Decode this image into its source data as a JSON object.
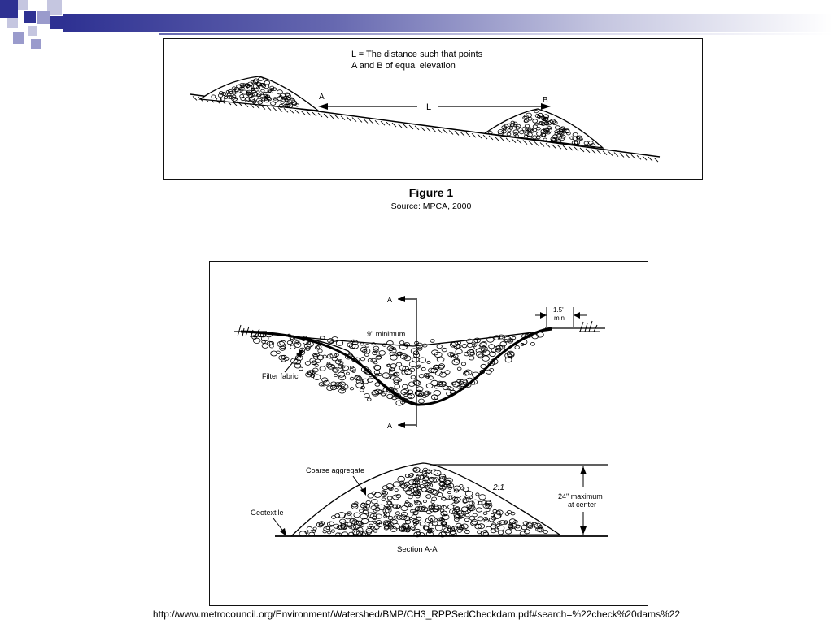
{
  "slide": {
    "url": "http://www.metrocouncil.org/Environment/Watershed/BMP/CH3_RPPSedCheckdam.pdf#search=%22check%20dams%22"
  },
  "figure1": {
    "legend_line1": "L = The distance such that points",
    "legend_line2": "A and B of equal elevation",
    "point_a": "A",
    "point_b": "B",
    "distance_label": "L",
    "caption_title": "Figure 1",
    "caption_source": "Source:  MPCA, 2000"
  },
  "figure2": {
    "section_marker": "A",
    "width_label_line1": "1.5'",
    "width_label_line2": "min",
    "depth_label": "9\" minimum",
    "filter_fabric": "Filter fabric",
    "coarse_aggregate": "Coarse aggregate",
    "slope_label": "2:1",
    "height_label_line1": "24\" maximum",
    "height_label_line2": "at center",
    "geotextile": "Geotextile",
    "section_title": "Section A-A"
  },
  "colors": {
    "accent_dark": "#2e3192",
    "accent_mid": "#6668b0",
    "accent_light": "#c5c6e0"
  }
}
